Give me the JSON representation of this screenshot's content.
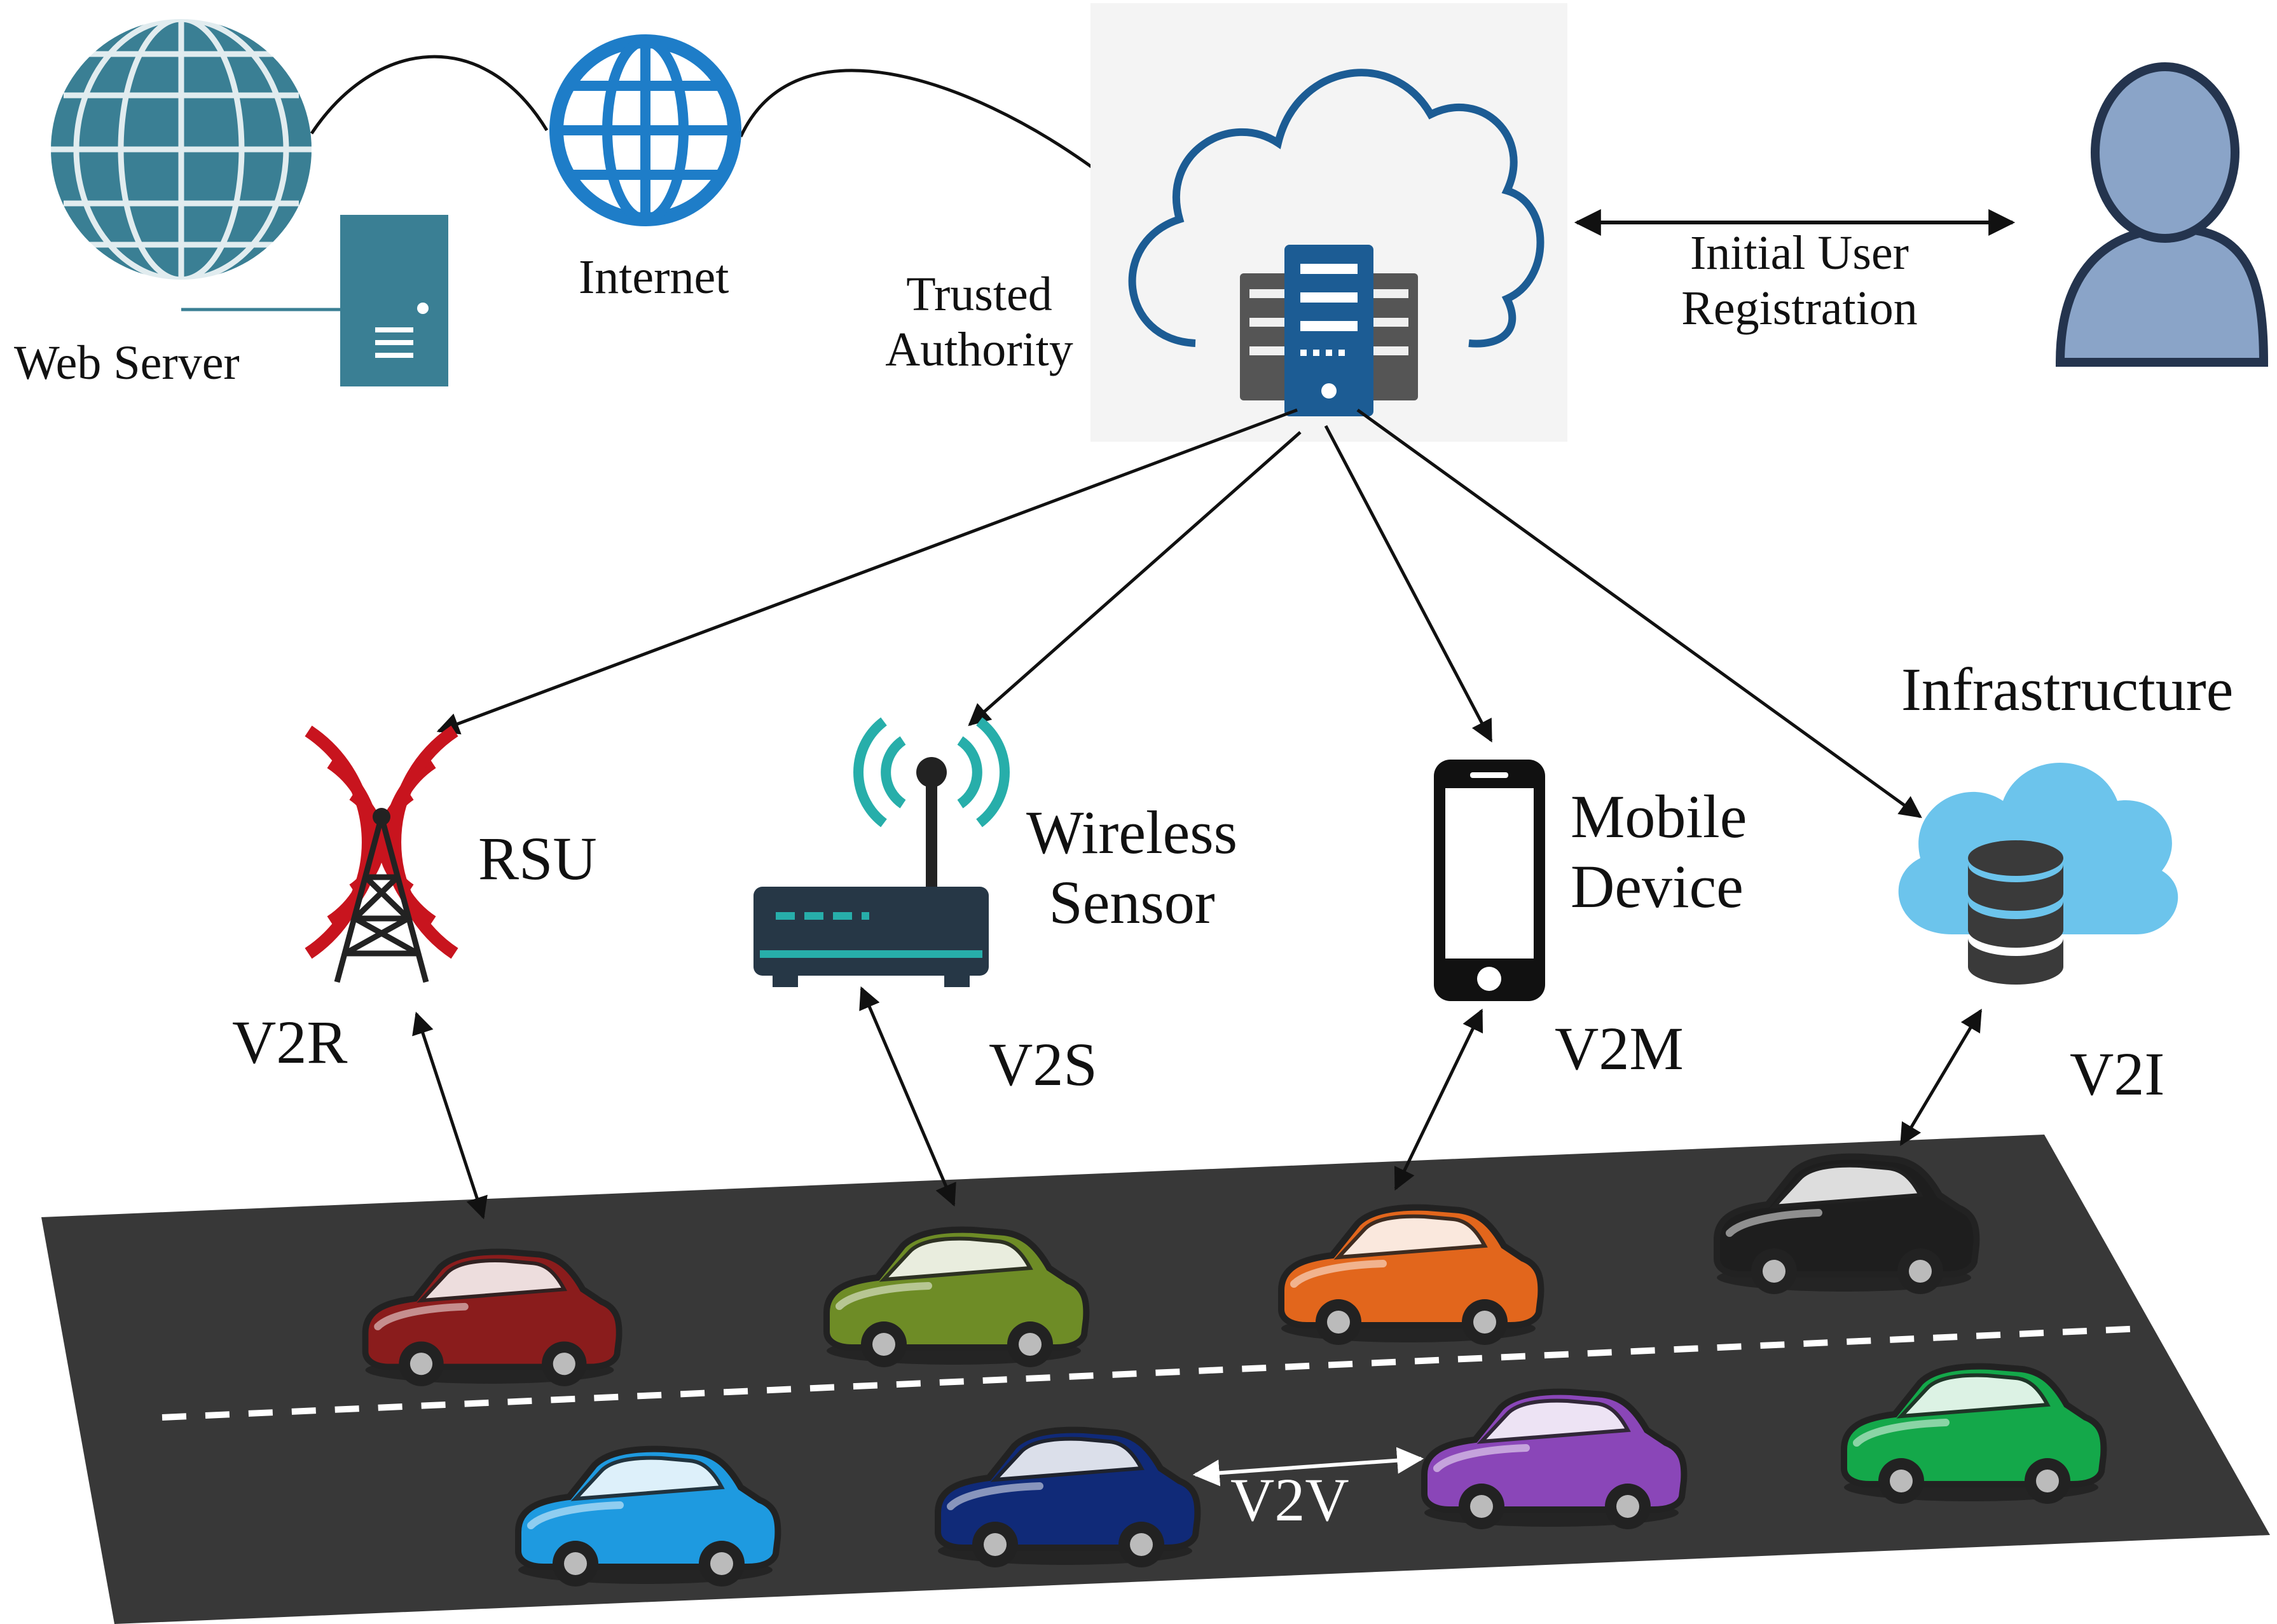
{
  "top": {
    "web_server": "Web Server",
    "internet": "Internet",
    "trusted_authority_line1": "Trusted",
    "trusted_authority_line2": "Authority",
    "registration_line1": "Initial User",
    "registration_line2": "Registration"
  },
  "nodes": {
    "rsu": "RSU",
    "wireless_sensor_line1": "Wireless",
    "wireless_sensor_line2": "Sensor",
    "mobile_device_line1": "Mobile",
    "mobile_device_line2": "Device",
    "infrastructure": "Infrastructure"
  },
  "links": {
    "v2r": "V2R",
    "v2s": "V2S",
    "v2m": "V2M",
    "v2i": "V2I",
    "v2v": "V2V"
  },
  "colors": {
    "globe": "#3a7f94",
    "internet_globe": "#1e7dc8",
    "server_blue": "#1c5c94",
    "server_gray": "#555555",
    "rsu_red": "#c8141e",
    "sensor_teal": "#27aeaa",
    "road": "#383838",
    "user": "#8aa4c8",
    "db_cloud": "#6cc4ec"
  },
  "cars": [
    {
      "name": "red-car",
      "color": "#8a1c1c"
    },
    {
      "name": "olive-car",
      "color": "#6e8c26"
    },
    {
      "name": "orange-car",
      "color": "#e2661c"
    },
    {
      "name": "black-car",
      "color": "#1e1e1e"
    },
    {
      "name": "light-blue-car",
      "color": "#1e9ae0"
    },
    {
      "name": "navy-car",
      "color": "#102a78"
    },
    {
      "name": "purple-car",
      "color": "#8a46b8"
    },
    {
      "name": "green-car",
      "color": "#14a84a"
    }
  ]
}
